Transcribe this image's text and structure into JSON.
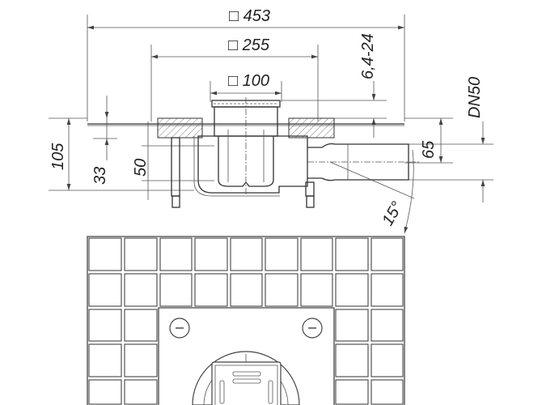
{
  "title": "Floor drain technical drawing",
  "dimensions": {
    "width_outer": "□ 453",
    "width_frame": "□ 255",
    "width_grate": "□ 100",
    "height_adjust": "6,4-24",
    "outlet": "DN50",
    "total_height": "105",
    "height_33": "33",
    "height_50": "50",
    "outlet_height": "65",
    "slope_angle": "15°"
  },
  "colors": {
    "line": "#333333",
    "background": "#ffffff"
  }
}
